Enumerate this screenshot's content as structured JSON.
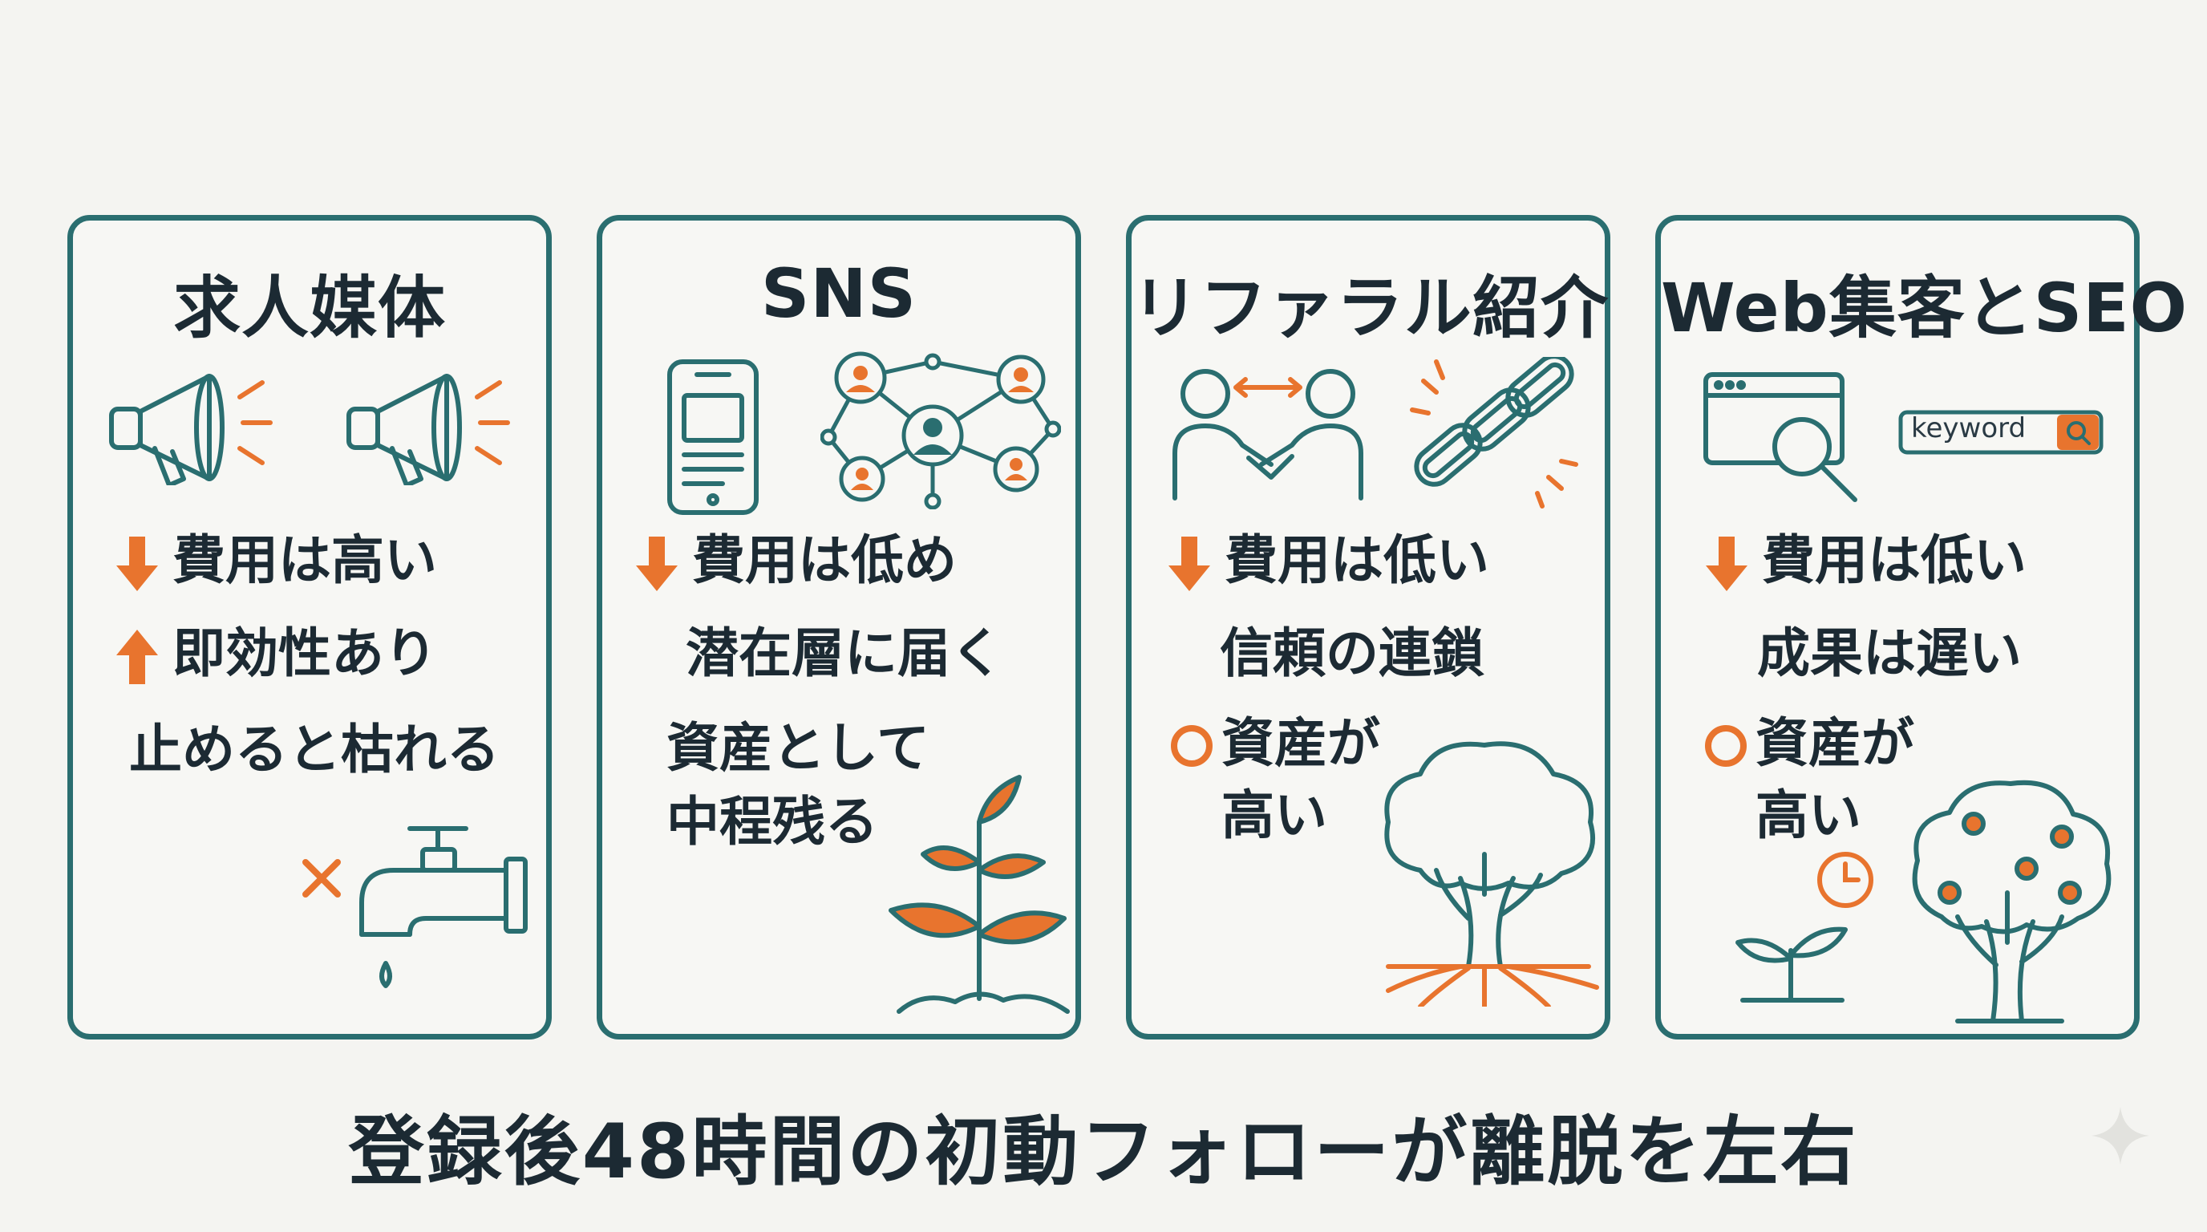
{
  "cards": [
    {
      "title": "求人媒体",
      "lines": [
        "費用は高い",
        "即効性あり",
        "止めると枯れる"
      ],
      "icons": [
        "megaphone-icon",
        "faucet-icon"
      ]
    },
    {
      "title": "SNS",
      "lines": [
        "費用は低め",
        "潜在層に届く",
        "資産として",
        "中程残る"
      ],
      "icons": [
        "smartphone-icon",
        "network-icon",
        "sprout-icon"
      ]
    },
    {
      "title": "リファラル紹介",
      "lines": [
        "費用は低い",
        "信頼の連鎖",
        "資産が",
        "高い"
      ],
      "icons": [
        "handshake-icon",
        "chain-link-icon",
        "tree-icon"
      ]
    },
    {
      "title": "Web集客とSEO",
      "lines": [
        "費用は低い",
        "成果は遅い",
        "資産が",
        "高い"
      ],
      "search_keyword": "keyword",
      "icons": [
        "browser-search-icon",
        "clock-icon",
        "fruit-tree-icon"
      ]
    }
  ],
  "footer": "登録後48時間の初動フォローが離脱を左右",
  "colors": {
    "border": "#2a6e70",
    "accent": "#e8742e",
    "text": "#1c2a33",
    "background": "#f4f4f1"
  }
}
